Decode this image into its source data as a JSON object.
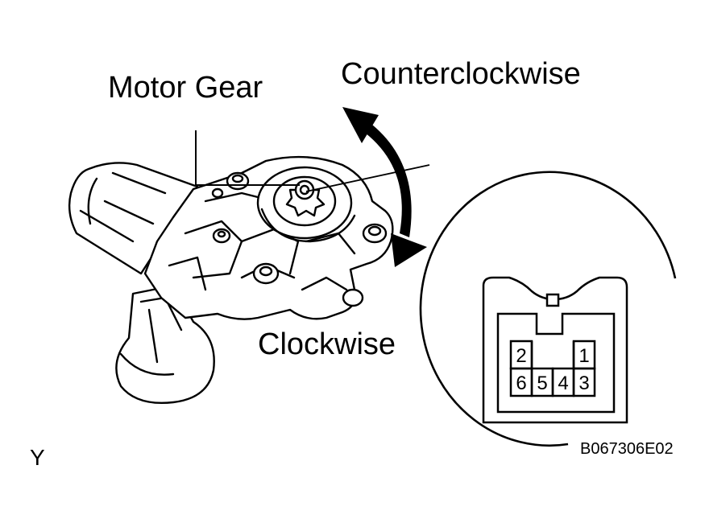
{
  "labels": {
    "motor_gear": "Motor Gear",
    "counterclockwise": "Counterclockwise",
    "clockwise": "Clockwise",
    "corner_mark": "Y",
    "figure_code": "B067306E02"
  },
  "connector": {
    "pins_top": [
      "2",
      "1"
    ],
    "pins_bottom": [
      "6",
      "5",
      "4",
      "3"
    ]
  },
  "colors": {
    "ink": "#000000",
    "background": "#ffffff"
  }
}
